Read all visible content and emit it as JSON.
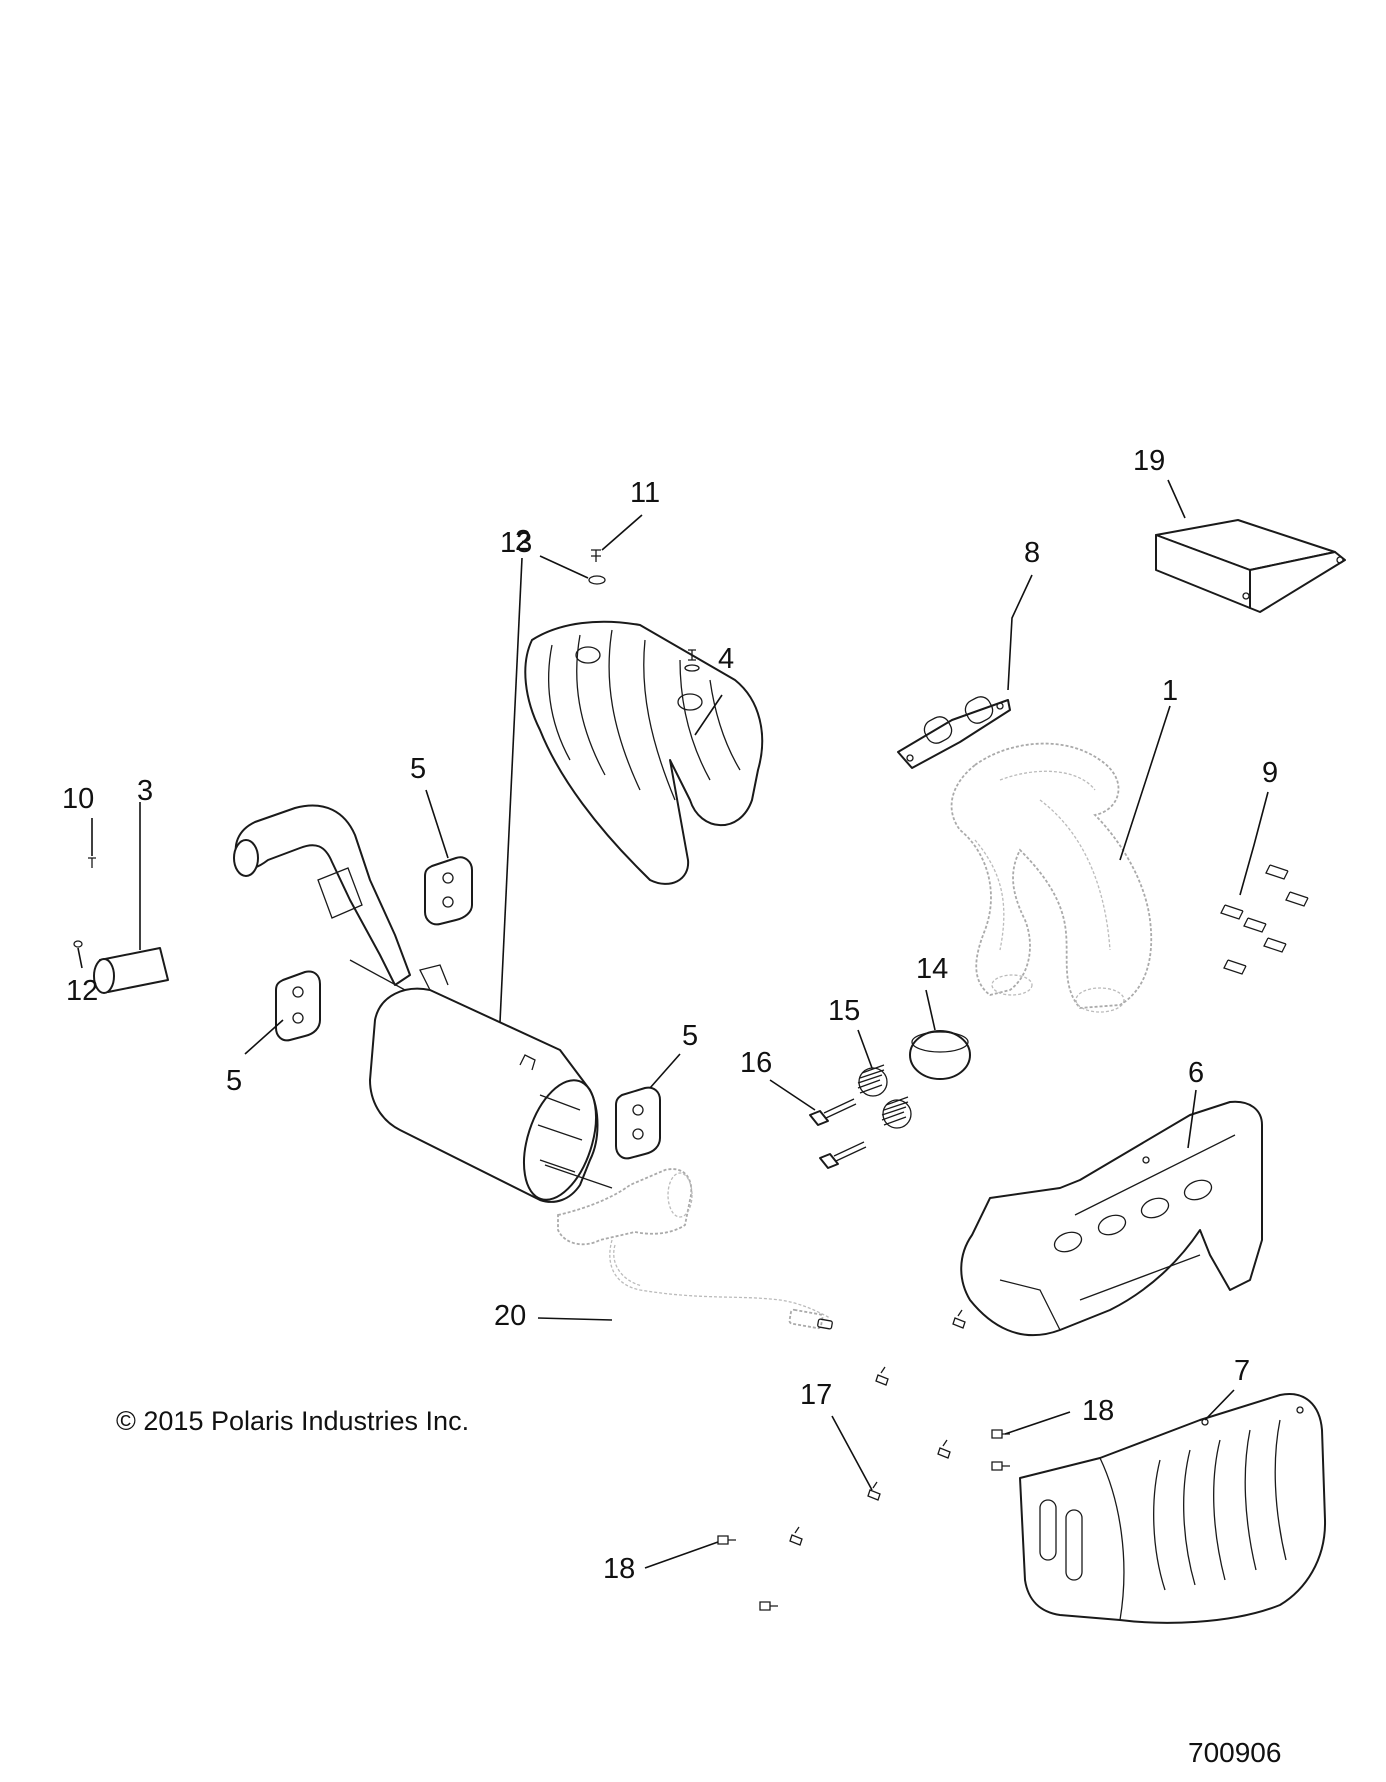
{
  "copyright": "© 2015 Polaris Industries Inc.",
  "document_number": "700906",
  "callouts": [
    "1",
    "2",
    "3",
    "4",
    "5",
    "5",
    "5",
    "6",
    "7",
    "8",
    "9",
    "10",
    "11",
    "12",
    "13",
    "14",
    "15",
    "16",
    "17",
    "18",
    "18",
    "19",
    "20"
  ],
  "parts": [
    "exhaust-manifold",
    "muffler",
    "tailpipe-tip",
    "muffler-heat-shield",
    "rubber-isolator",
    "rubber-isolator",
    "rubber-isolator",
    "lower-heat-shield",
    "rear-heat-shield",
    "exhaust-gasket",
    "manifold-bolts",
    "tip-screw",
    "shield-screw",
    "tip-washer",
    "shield-washer",
    "exhaust-seal",
    "springs",
    "spring-bolts",
    "shield-fasteners",
    "push-rivets",
    "push-rivets",
    "bracket-shield",
    "o2-sensor"
  ]
}
